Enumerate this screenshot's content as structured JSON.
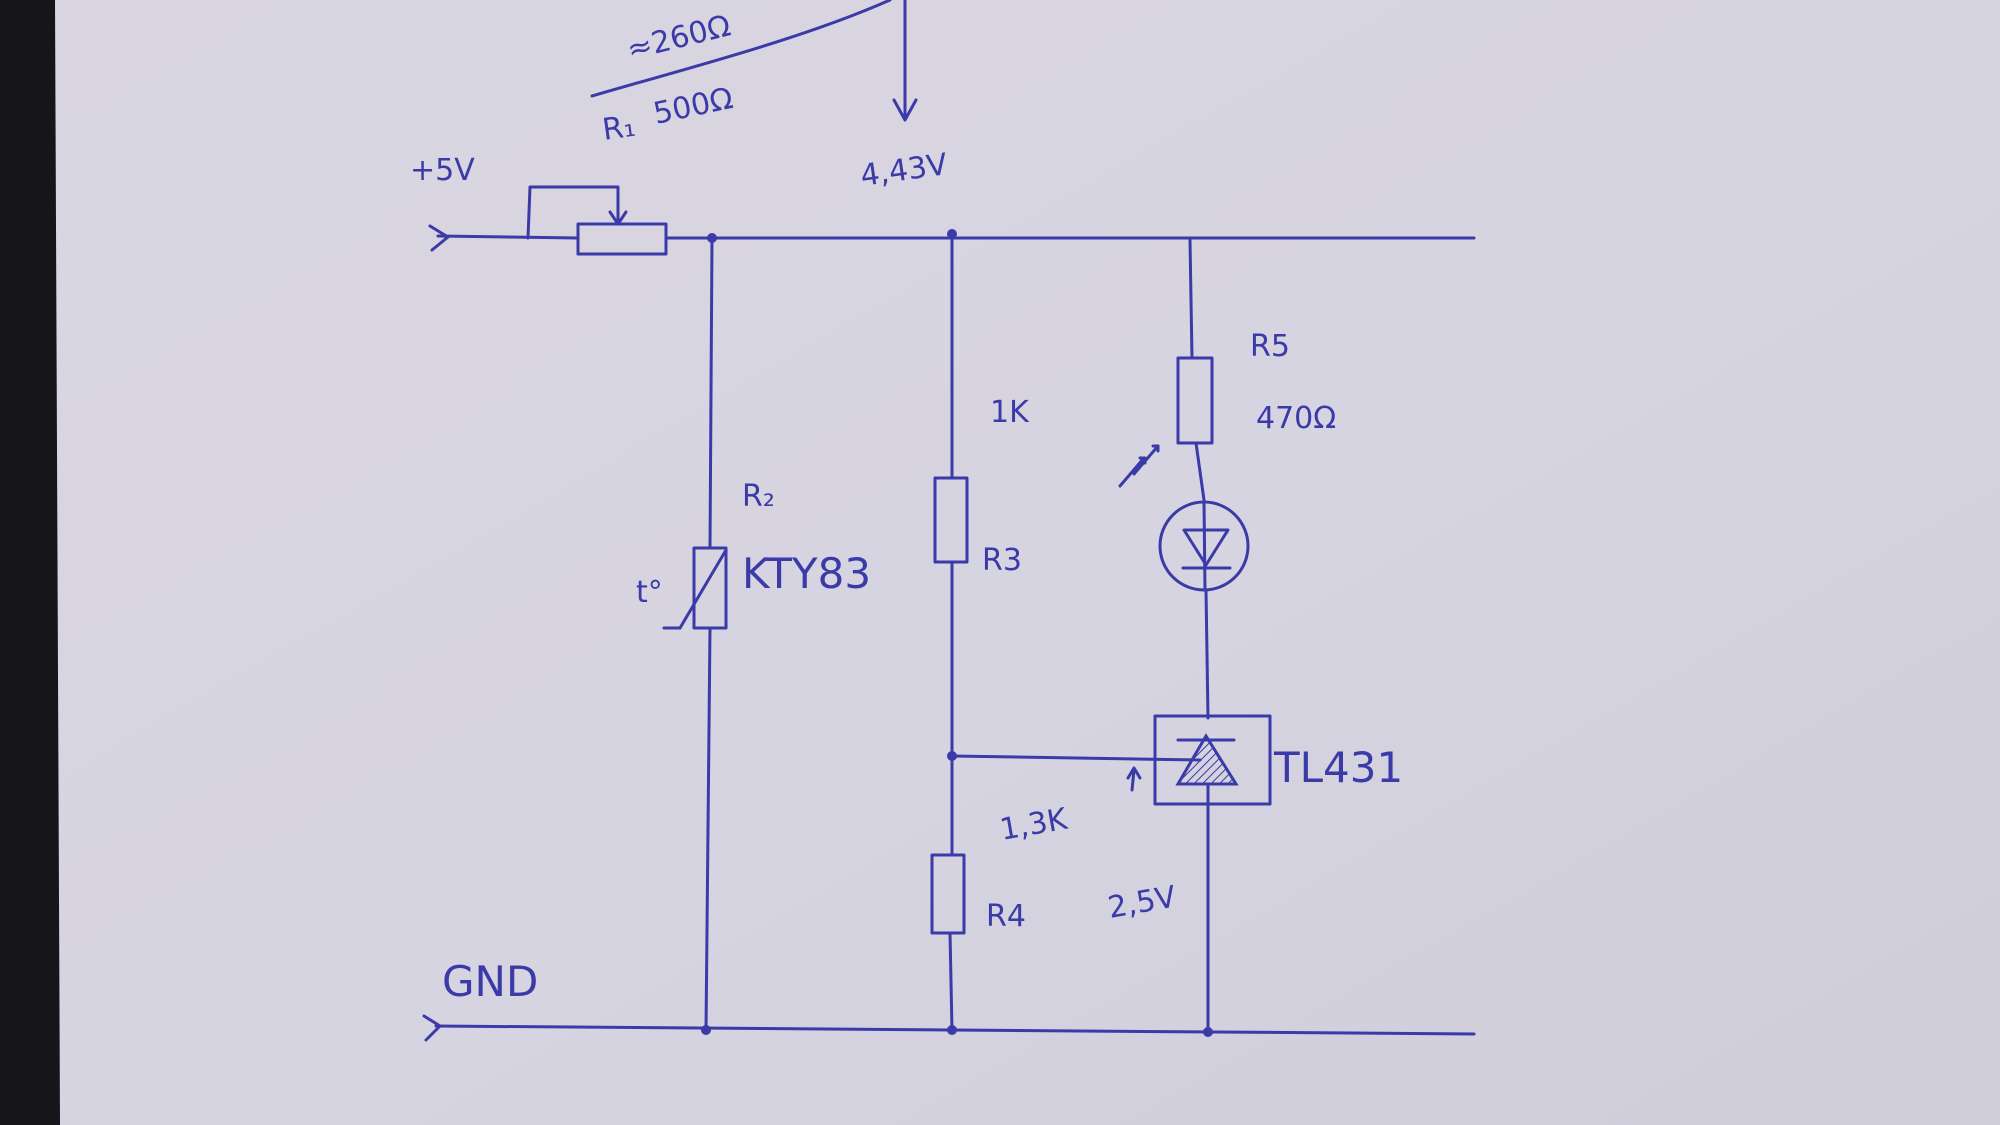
{
  "labels": {
    "r1_approx": "≈260Ω",
    "r1_name": "R₁",
    "r1_value": "500Ω",
    "vplus": "+5V",
    "node_voltage": "4,43V",
    "r2_name": "R₂",
    "r2_temp": "t°",
    "r2_part": "KTY83",
    "r3_value": "1K",
    "r3_name": "R3",
    "r5_name": "R5",
    "r5_value": "470Ω",
    "tl_part": "TL431",
    "r4_value": "1,3K",
    "r4_name": "R4",
    "ref_voltage": "2,5V",
    "gnd": "GND"
  },
  "colors": {
    "ink": "#3a3aa8",
    "paper": "#d8d6e2",
    "shadow": "#1a1a1e"
  }
}
